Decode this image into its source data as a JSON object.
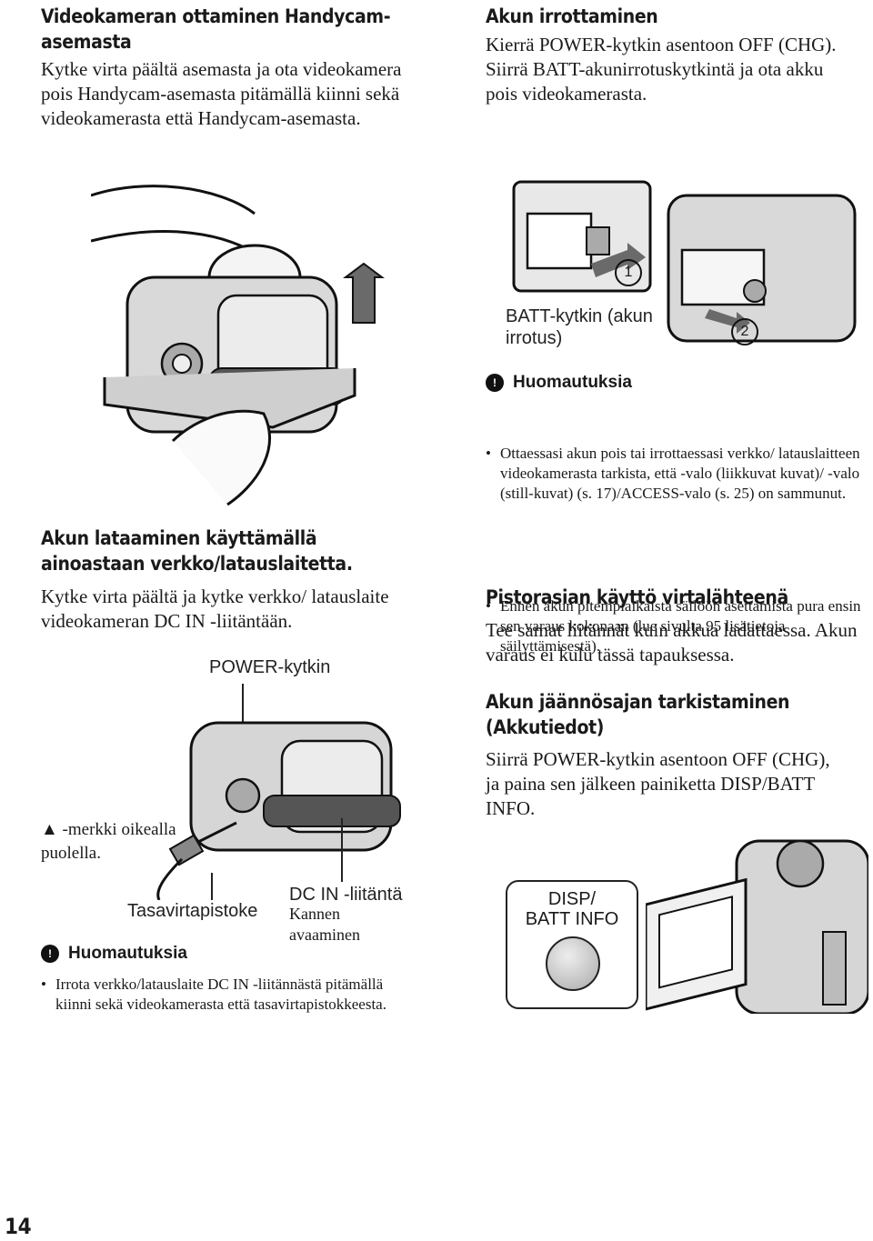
{
  "left": {
    "section1": {
      "heading": "Videokameran ottaminen Handycam-asemasta",
      "body": "Kytke virta päältä asemasta ja ota videokamera pois Handycam-asemasta pitämällä kiinni sekä videokamerasta että Handycam-asemasta."
    },
    "section2": {
      "heading": "Akun lataaminen käyttämällä ainoastaan verkko/latauslaitetta.",
      "body": "Kytke virta päältä ja kytke verkko/ latauslaite videokameran DC IN -liitäntään."
    },
    "labels": {
      "power": "POWER-kytkin",
      "marker": "▲ -merkki oikealla puolella.",
      "dc_plug": "Tasavirtapistoke",
      "dc_in": "DC IN -liitäntä",
      "cover": "Kannen avaaminen"
    },
    "note": {
      "title": "Huomautuksia",
      "items": [
        "Irrota verkko/latauslaite DC IN -liitännästä pitämällä kiinni sekä videokamerasta että tasavirtapistokkeesta."
      ]
    }
  },
  "right": {
    "section1": {
      "heading": "Akun irrottaminen",
      "body": "Kierrä POWER-kytkin asentoon OFF (CHG). Siirrä BATT-akunirrotuskytkintä ja ota akku pois videokamerasta."
    },
    "labels": {
      "batt": "BATT-kytkin (akun irrotus)",
      "step1": "1",
      "step2": "2",
      "disp_line1": "DISP/",
      "disp_line2": "BATT INFO"
    },
    "note": {
      "title": "Huomautuksia",
      "items": [
        "Ottaessasi akun pois tai irrottaessasi verkko/ latauslaitteen videokamerasta tarkista, että  -valo (liikkuvat kuvat)/  -valo (still-kuvat) (s. 17)/ACCESS-valo (s. 25) on sammunut.",
        "Ennen akun pitempiaikaista säilöön asettamista pura ensin sen varaus kokonaan (lue sivulta 95 lisätietoja säilyttämisestä)."
      ]
    },
    "section2": {
      "heading": "Pistorasian käyttö virtalähteenä",
      "body": "Tee samat liitännät kuin akkua ladattaessa. Akun varaus ei kulu tässä tapauksessa."
    },
    "section3": {
      "heading": "Akun jäännösajan tarkistaminen (Akkutiedot)",
      "body": "Siirrä POWER-kytkin asentoon OFF (CHG), ja paina sen jälkeen painiketta DISP/BATT INFO."
    }
  },
  "page_number": "14"
}
